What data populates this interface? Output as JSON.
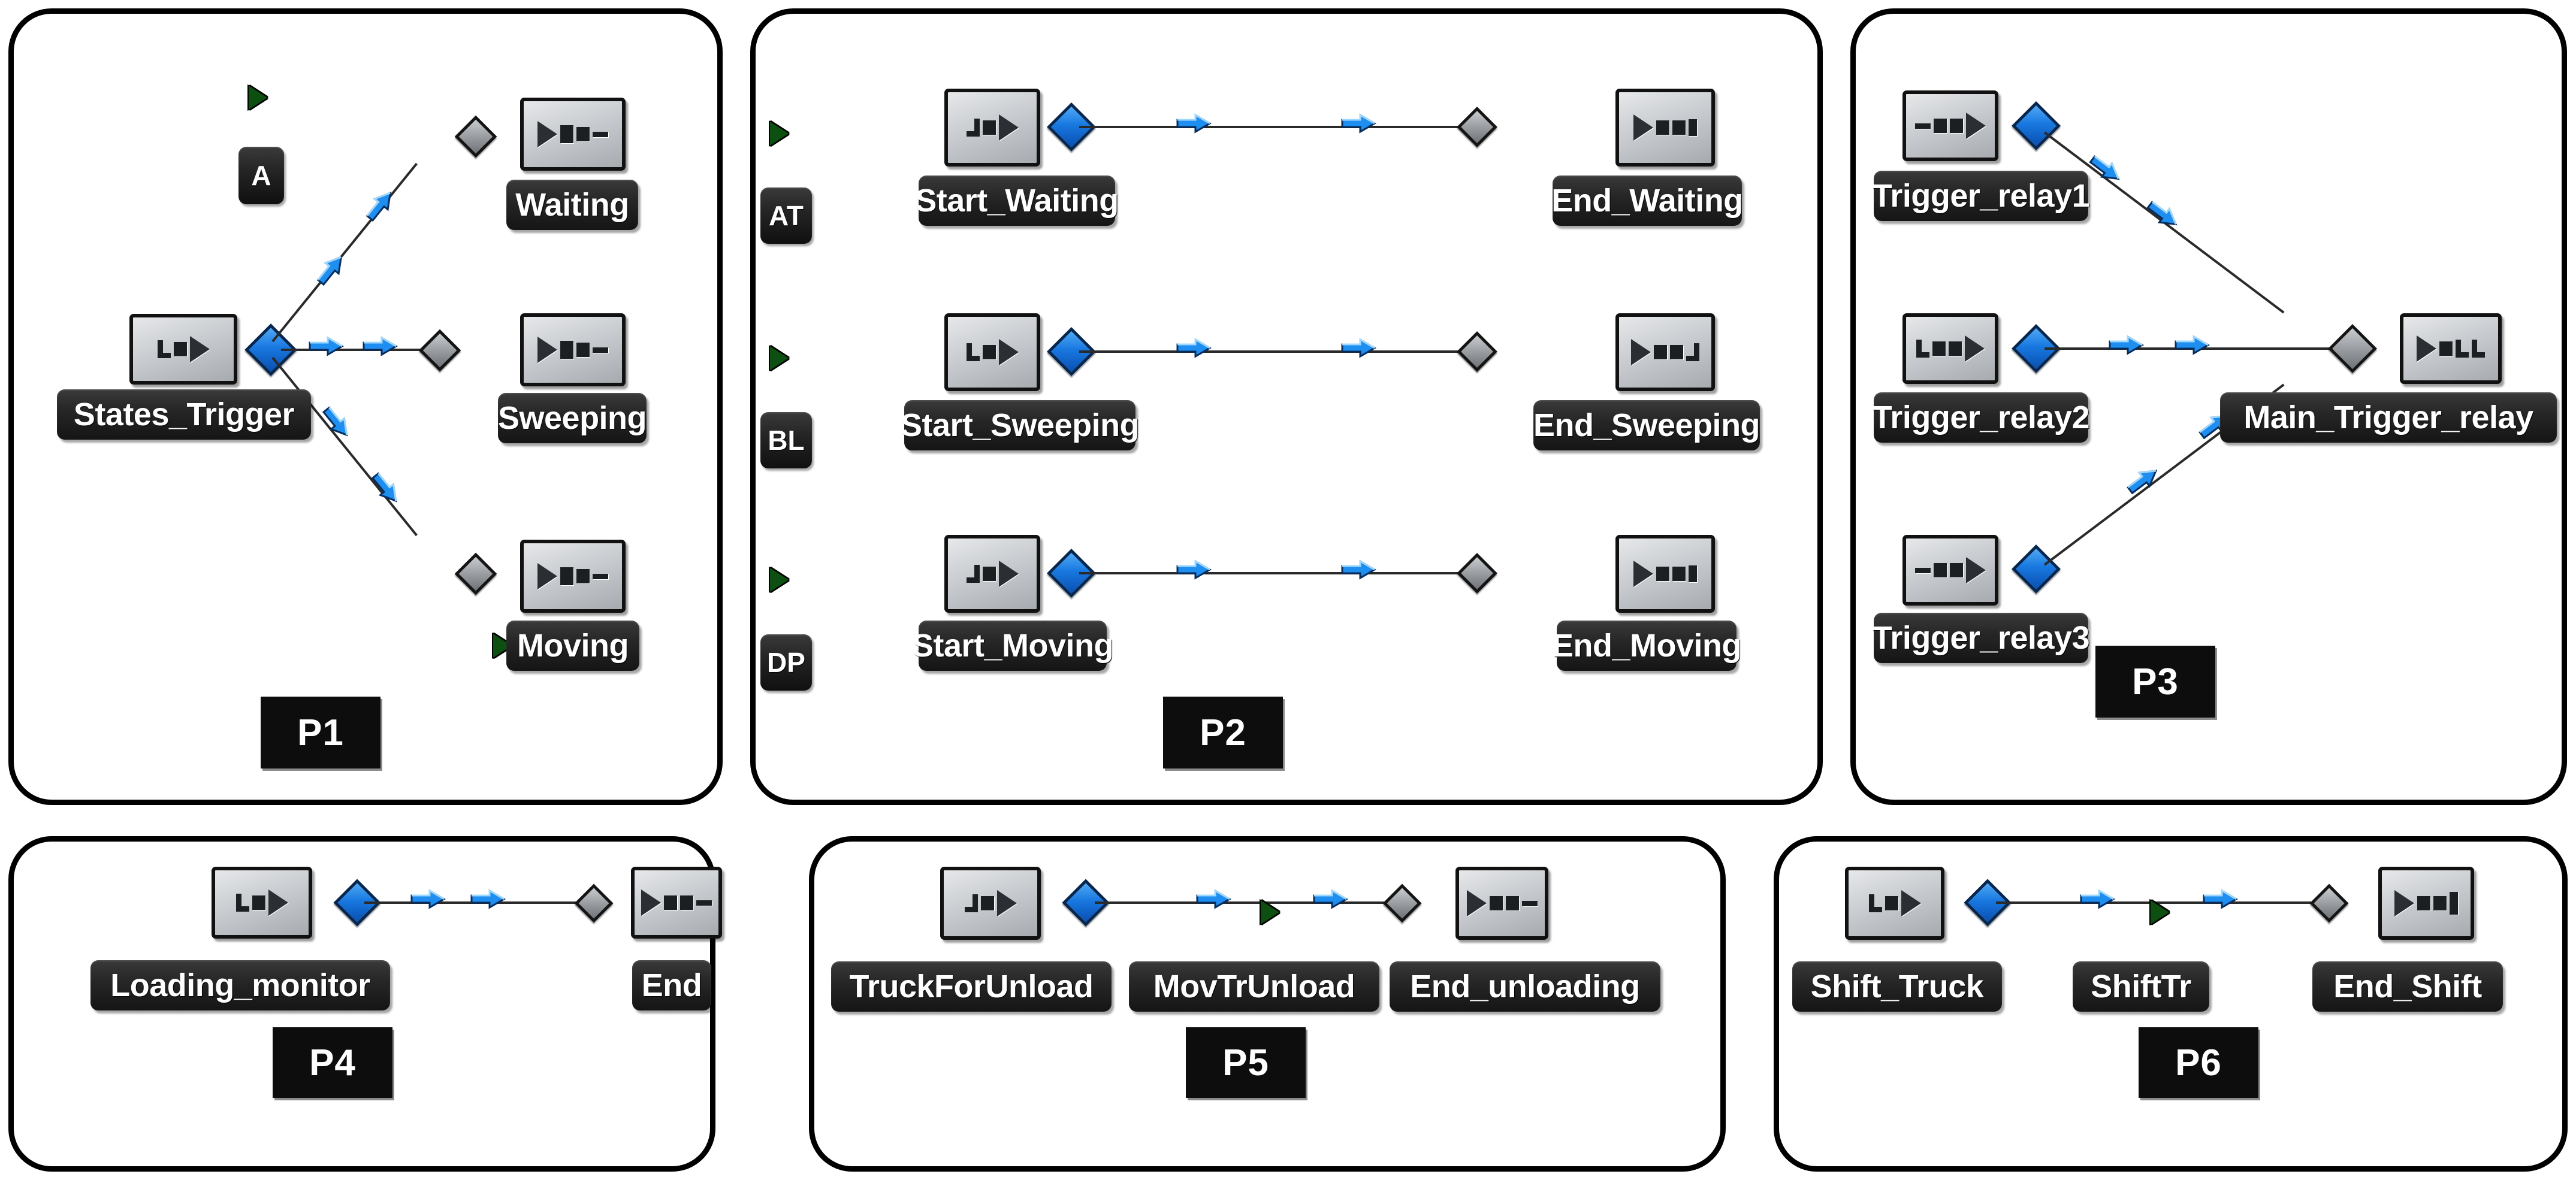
{
  "diagram": {
    "title": "Trigger routing panels",
    "accent_blue": "#1878e0",
    "accent_green": "#0d4f10",
    "panel_border": "#000000",
    "label_bg": "#151515"
  },
  "panels": [
    {
      "id": "P1",
      "tag": "P1",
      "tags": [
        {
          "text": "A",
          "name": "tag-a"
        }
      ],
      "sources": [
        {
          "label": "States_Trigger",
          "icon": "trigger-source-icon"
        }
      ],
      "targets": [
        {
          "label": "Waiting",
          "icon": "trigger-target-icon"
        },
        {
          "label": "Sweeping",
          "icon": "trigger-target-icon"
        },
        {
          "label": "Moving",
          "icon": "trigger-target-icon"
        }
      ]
    },
    {
      "id": "P2",
      "tag": "P2",
      "tags": [
        {
          "text": "AT",
          "name": "tag-at"
        },
        {
          "text": "BL",
          "name": "tag-bl"
        },
        {
          "text": "DP",
          "name": "tag-dp"
        }
      ],
      "rows": [
        {
          "source": "Start_Waiting",
          "target": "End_Waiting",
          "tag": "AT"
        },
        {
          "source": "Start_Sweeping",
          "target": "End_Sweeping",
          "tag": "BL"
        },
        {
          "source": "Start_Moving",
          "target": "End_Moving",
          "tag": "DP"
        }
      ]
    },
    {
      "id": "P3",
      "tag": "P3",
      "sources": [
        {
          "label": "Trigger_relay1",
          "icon": "trigger-source-icon"
        },
        {
          "label": "Trigger_relay2",
          "icon": "trigger-source-icon"
        },
        {
          "label": "Trigger_relay3",
          "icon": "trigger-source-icon"
        }
      ],
      "targets": [
        {
          "label": "Main_Trigger_relay",
          "icon": "trigger-target-icon"
        }
      ]
    },
    {
      "id": "P4",
      "tag": "P4",
      "rows": [
        {
          "source": "Loading_monitor",
          "target": "End"
        }
      ]
    },
    {
      "id": "P5",
      "tag": "P5",
      "rows": [
        {
          "source": "TruckForUnload",
          "middle": "MovTrUnload",
          "target": "End_unloading"
        }
      ]
    },
    {
      "id": "P6",
      "tag": "P6",
      "rows": [
        {
          "source": "Shift_Truck",
          "middle": "ShiftTr",
          "target": "End_Shift"
        }
      ]
    }
  ],
  "labels": {
    "states_trigger": "States_Trigger",
    "waiting": "Waiting",
    "sweeping": "Sweeping",
    "moving": "Moving",
    "tag_a": "A",
    "p1": "P1",
    "tag_at": "AT",
    "tag_bl": "BL",
    "tag_dp": "DP",
    "start_waiting": "Start_Waiting",
    "end_waiting": "End_Waiting",
    "start_sweeping": "Start_Sweeping",
    "end_sweeping": "End_Sweeping",
    "start_moving": "Start_Moving",
    "end_moving": "End_Moving",
    "p2": "P2",
    "trigger_relay1": "Trigger_relay1",
    "trigger_relay2": "Trigger_relay2",
    "trigger_relay3": "Trigger_relay3",
    "main_trigger_relay": "Main_Trigger_relay",
    "p3": "P3",
    "loading_monitor": "Loading_monitor",
    "end": "End",
    "p4": "P4",
    "truck_for_unload": "TruckForUnload",
    "mov_tr_unload": "MovTrUnload",
    "end_unloading": "End_unloading",
    "p5": "P5",
    "shift_truck": "Shift_Truck",
    "shift_tr": "ShiftTr",
    "end_shift": "End_Shift",
    "p6": "P6"
  }
}
